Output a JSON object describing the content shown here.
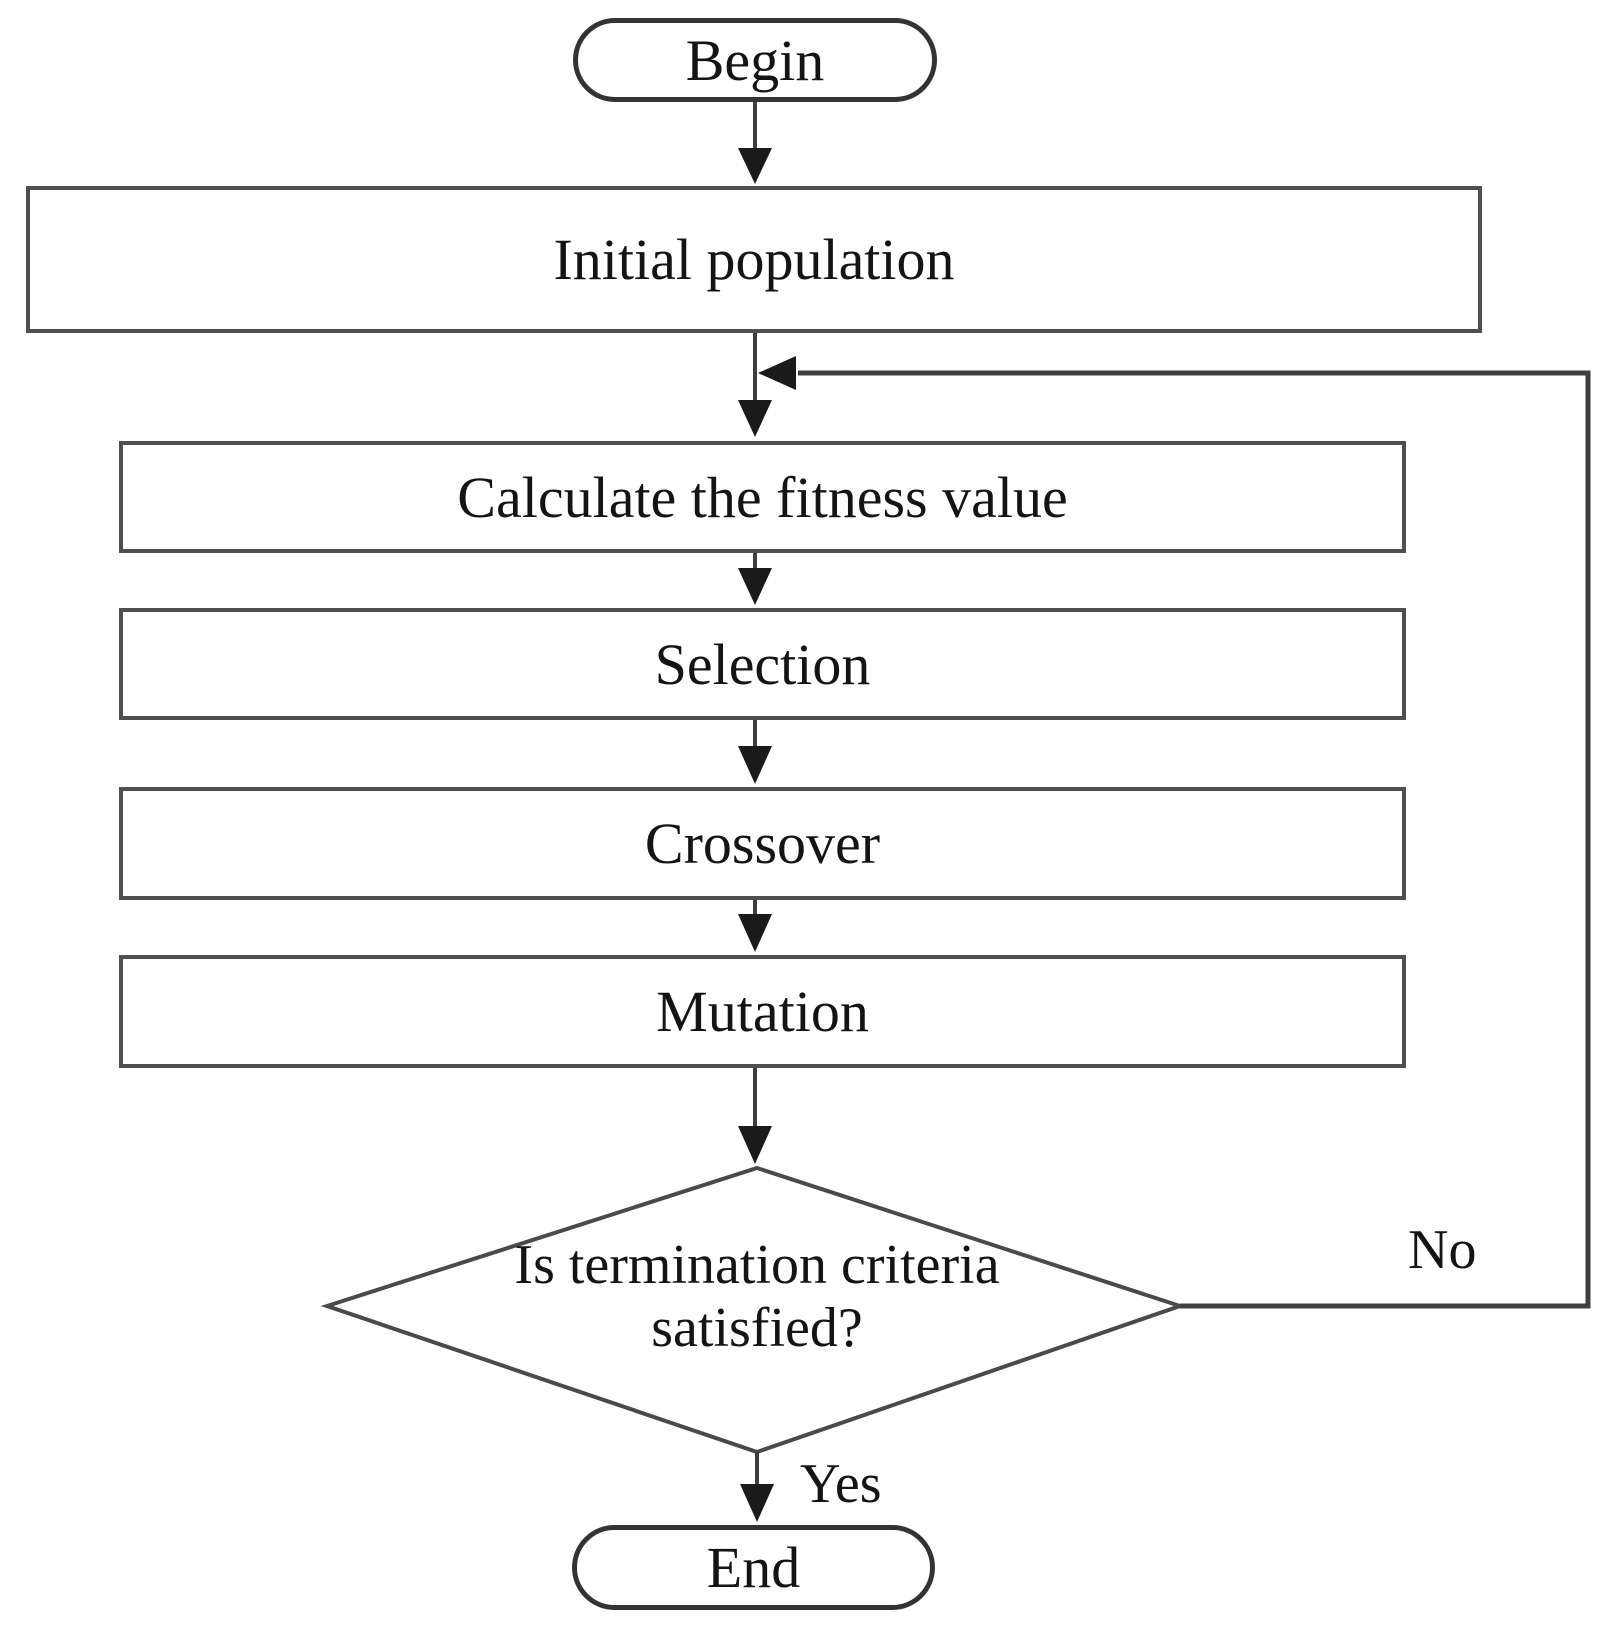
{
  "diagram": {
    "type": "flowchart",
    "description": "Genetic algorithm flowchart",
    "colors": {
      "background": "#ffffff",
      "shape_stroke": "#4f4f4f",
      "terminator_stroke": "#333333",
      "connector_stroke": "#3f3f3f",
      "arrowhead_fill": "#1a1a1a",
      "text": "#141414"
    },
    "nodes": [
      {
        "id": "begin",
        "shape": "terminator",
        "label": "Begin"
      },
      {
        "id": "initial_population",
        "shape": "process",
        "label": "Initial population"
      },
      {
        "id": "calculate_fitness",
        "shape": "process",
        "label": "Calculate the fitness value"
      },
      {
        "id": "selection",
        "shape": "process",
        "label": "Selection"
      },
      {
        "id": "crossover",
        "shape": "process",
        "label": "Crossover"
      },
      {
        "id": "mutation",
        "shape": "process",
        "label": "Mutation"
      },
      {
        "id": "termination_check",
        "shape": "decision",
        "label": "Is termination criteria satisfied?"
      },
      {
        "id": "end",
        "shape": "terminator",
        "label": "End"
      }
    ],
    "edges": [
      {
        "from": "begin",
        "to": "initial_population",
        "label": ""
      },
      {
        "from": "initial_population",
        "to": "calculate_fitness",
        "label": ""
      },
      {
        "from": "calculate_fitness",
        "to": "selection",
        "label": ""
      },
      {
        "from": "selection",
        "to": "crossover",
        "label": ""
      },
      {
        "from": "crossover",
        "to": "mutation",
        "label": ""
      },
      {
        "from": "mutation",
        "to": "termination_check",
        "label": ""
      },
      {
        "from": "termination_check",
        "to": "end",
        "label": "Yes"
      },
      {
        "from": "termination_check",
        "to": "calculate_fitness",
        "label": "No"
      }
    ],
    "decision_labels": {
      "yes": "Yes",
      "no": "No"
    }
  }
}
